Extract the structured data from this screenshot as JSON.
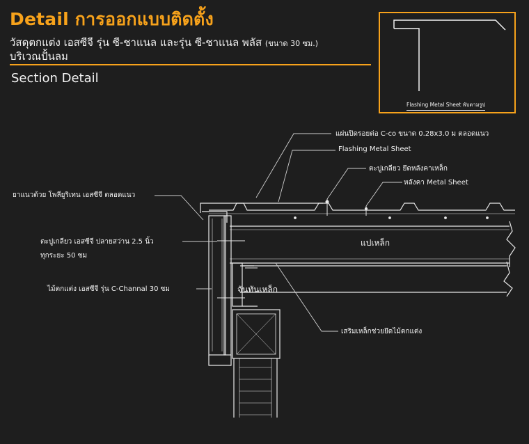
{
  "header": {
    "title": "Detail การออกแบบติดตั้ง",
    "subtitle_main": "วัสดุตกแต่ง เอสซีจี รุ่น ซี-ชาแนล และรุ่น ซี-ชาแนล พลัส",
    "subtitle_size": "(ขนาด 30 ซม.)",
    "subtitle_line2": "บริเวณปั้นลม",
    "section": "Section Detail"
  },
  "inset": {
    "label": "Flashing Metal Sheet พับตามรูป"
  },
  "callouts": {
    "flashing_spec": "แผ่นปิดรอยต่อ C-co  ขนาด 0.28x3.0  ม  ตลอดแนว",
    "flashing_name": "Flashing Metal Sheet",
    "roof_screw": "ตะปูเกลียว  ยึดหลังคาเหล็ก",
    "roof_sheet": "หลังคา Metal Sheet",
    "sealant": "ยาแนวด้วย  โพลียูริเทน  เอสซีจี  ตลอดแนว",
    "screw_line1": "ตะปูเกลียว  เอสซีจี  ปลายสว่าน  2.5 นิ้ว",
    "screw_line2": "ทุกระยะ  50  ซม",
    "purlin": "แปเหล็ก",
    "trim": "ไม้ตกแต่ง  เอสซีจี  รุ่น  C-Channal  30  ซม",
    "bracket": "จันทันเหล็ก",
    "reinforce": "เสริมเหล็กช่วยยึดไม้ตกแต่ง"
  },
  "colors": {
    "accent": "#f7a21b",
    "background": "#1e1e1e",
    "line": "#f2f2f2"
  }
}
